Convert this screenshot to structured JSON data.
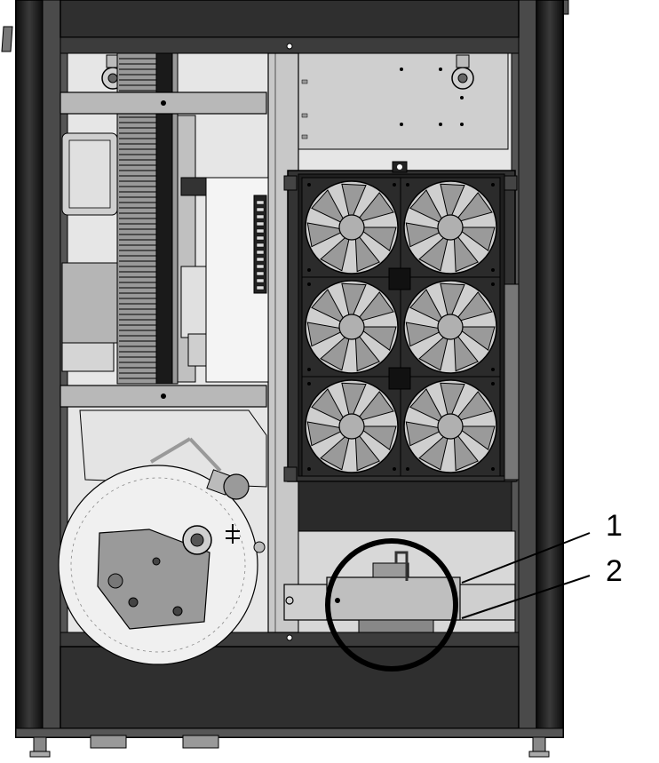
{
  "diagram": {
    "callouts": [
      {
        "number": "1"
      },
      {
        "number": "2"
      }
    ],
    "fan_grid": {
      "rows": 3,
      "cols": 2
    },
    "colors": {
      "cabinet_frame": "#1a1a1a",
      "panel_gray": "#d0d0d0",
      "fan_housing": "#2b2b2b",
      "fan_blade": "#9a9a9a",
      "callout_circle": "#000000",
      "background": "#ffffff"
    }
  }
}
